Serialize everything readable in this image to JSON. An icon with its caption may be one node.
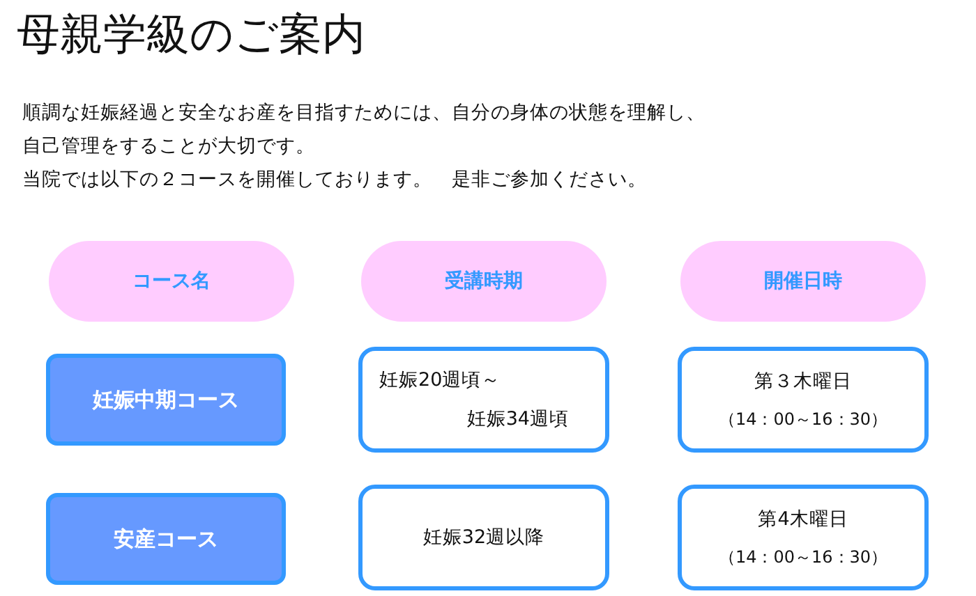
{
  "diagram": {
    "title": "母親学級のご案内",
    "nodes": [
      {
        "text": [
          "コース名"
        ]
      },
      {
        "text": [
          "受講時期"
        ]
      },
      {
        "text": [
          "開催日時"
        ]
      },
      {
        "text": [
          "妊娠中期コース"
        ]
      },
      {
        "text": [
          "妊娠20週頃～",
          "妊娠34週頃"
        ]
      },
      {
        "text": [
          "第３木曜日",
          "（14：00～16：30）"
        ]
      },
      {
        "text": [
          "安産コース"
        ]
      },
      {
        "text": [
          "妊娠32週以降"
        ]
      },
      {
        "text": [
          "第4木曜日",
          "（14：00～16：30）"
        ]
      }
    ],
    "edges": [],
    "labels": [
      "順調な妊娠経過と安全なお産を目指すためには、自分の身体の状態を理解し、",
      "自己管理をすることが大切です。",
      "当院では以下の２コースを開催しております。　是非ご参加ください。"
    ]
  }
}
